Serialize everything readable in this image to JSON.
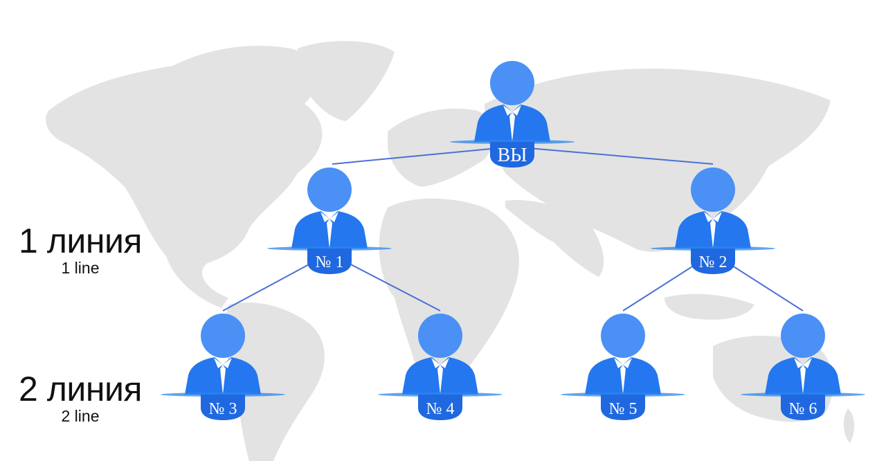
{
  "colors": {
    "map": "#e3e3e3",
    "person_fill": "#4a90f5",
    "person_body": "#2477ee",
    "badge": "#1f68e0",
    "connector": "#4a6fd6",
    "shirt": "#ffffff"
  },
  "nodes": {
    "root": "ВЫ",
    "n1": "№ 1",
    "n2": "№ 2",
    "n3": "№ 3",
    "n4": "№ 4",
    "n5": "№ 5",
    "n6": "№ 6"
  },
  "levels": [
    {
      "title": "1 линия",
      "subtitle": "1 line"
    },
    {
      "title": "2 линия",
      "subtitle": "2 line"
    }
  ]
}
